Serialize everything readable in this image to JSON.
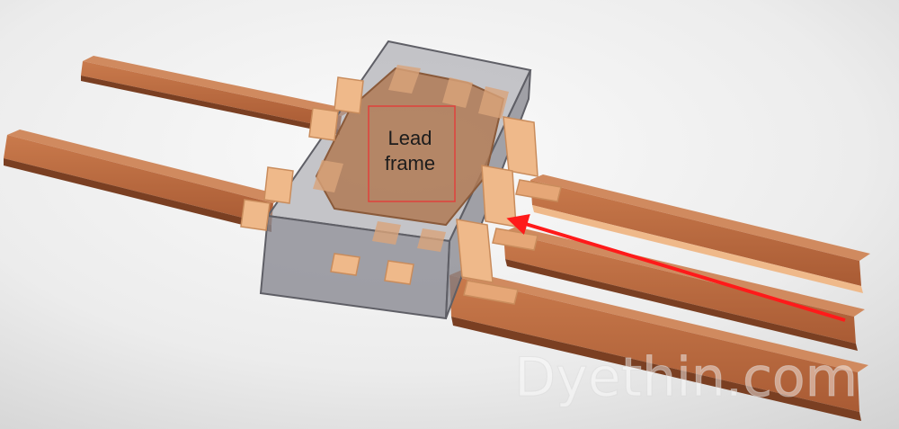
{
  "annotation": {
    "line1": "Lead",
    "line2": "frame"
  },
  "watermark": {
    "text": "Dyethin.com"
  },
  "colors": {
    "background_light": "#f2f2f2",
    "background_shadow": "#cfcfcf",
    "lead_copper": "#b5673f",
    "lead_copper_dark": "#7a3f22",
    "lead_copper_light": "#d08a5f",
    "pad_tan": "#efb98a",
    "pad_tan_dark": "#c98c5c",
    "package_gray": "#8f8f95",
    "package_edge": "#5f5f66",
    "frame_fill": "#b07a55",
    "highlight_box": "#e0413b",
    "arrow": "#ff1a1a"
  }
}
